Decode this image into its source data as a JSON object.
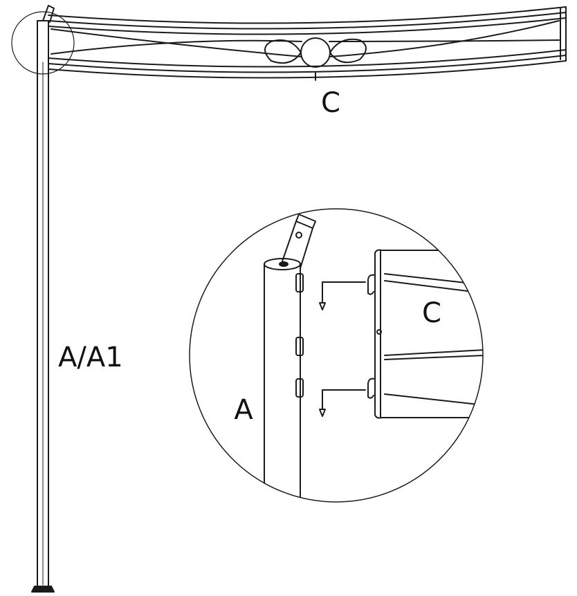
{
  "labels": {
    "beam": "C",
    "post": "A/A1",
    "detail_post": "A",
    "detail_beam": "C"
  },
  "colors": {
    "line": "#1a1a1a",
    "background": "#ffffff"
  }
}
